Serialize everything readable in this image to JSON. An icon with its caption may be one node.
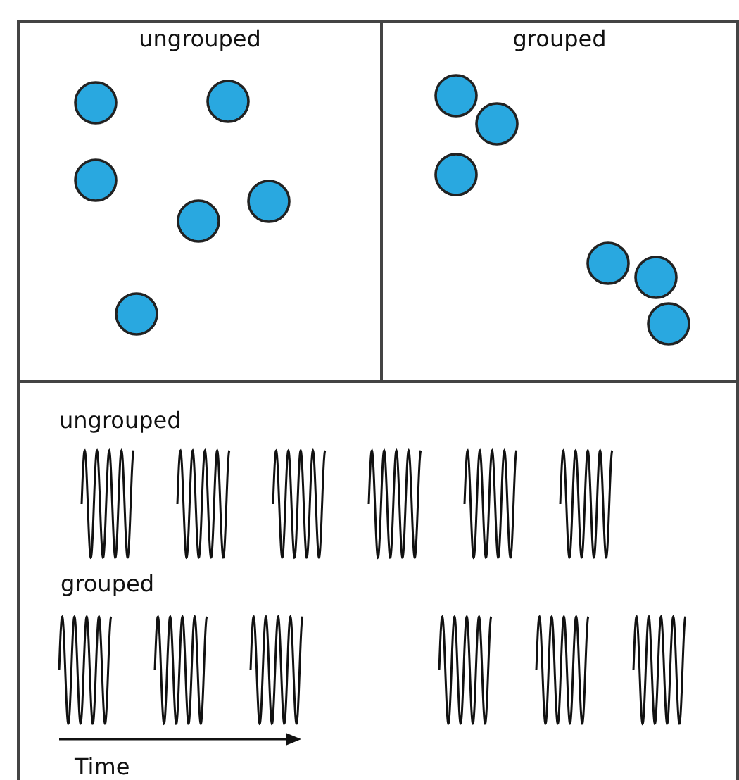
{
  "diagram": {
    "nodes": [
      {
        "text": [
          "ungrouped"
        ]
      },
      {
        "text": [
          "grouped"
        ]
      }
    ],
    "labels": [
      "ungrouped",
      "grouped",
      "Time"
    ]
  }
}
